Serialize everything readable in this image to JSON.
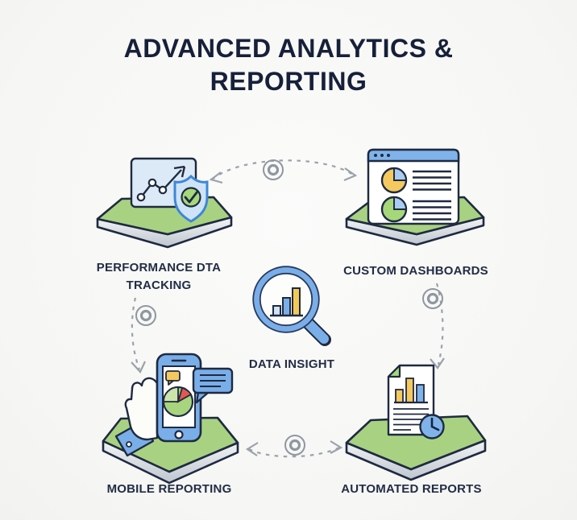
{
  "title": "ADVANCED ANALYTICS & REPORTING",
  "center": {
    "label": "DATA INSIGHT",
    "icon": "magnifier-bar-chart-icon"
  },
  "nodes": [
    {
      "id": "performance-data-tracking",
      "label": "PERFORMANCE DTA TRACKING",
      "icon": "line-chart-shield-icon",
      "position": "top-left"
    },
    {
      "id": "custom-dashboards",
      "label": "CUSTOM DASHBOARDS",
      "icon": "dashboard-window-icon",
      "position": "top-right"
    },
    {
      "id": "mobile-reporting",
      "label": "MOBILE REPORTING",
      "icon": "hand-phone-pie-chart-icon",
      "position": "bottom-left"
    },
    {
      "id": "automated-reports",
      "label": "AUTOMATED REPORTS",
      "icon": "document-clock-icon",
      "position": "bottom-right"
    }
  ],
  "connectors": {
    "style": "dashed-arc-with-arrowheads",
    "target_marker": "concentric-circles",
    "marker_count": 4
  },
  "colors": {
    "background": "#f6f6f4",
    "title_text": "#17203a",
    "label_text": "#222d45",
    "outline_dark": "#1f2a40",
    "platform_green": "#a8d281",
    "accent_blue": "#79aee9",
    "light_blue_fill": "#cfe3f6",
    "accent_yellow": "#f6c95e",
    "accent_green": "#a6d87a",
    "accent_red": "#e4574f",
    "connector_gray": "#9aa2ab"
  }
}
